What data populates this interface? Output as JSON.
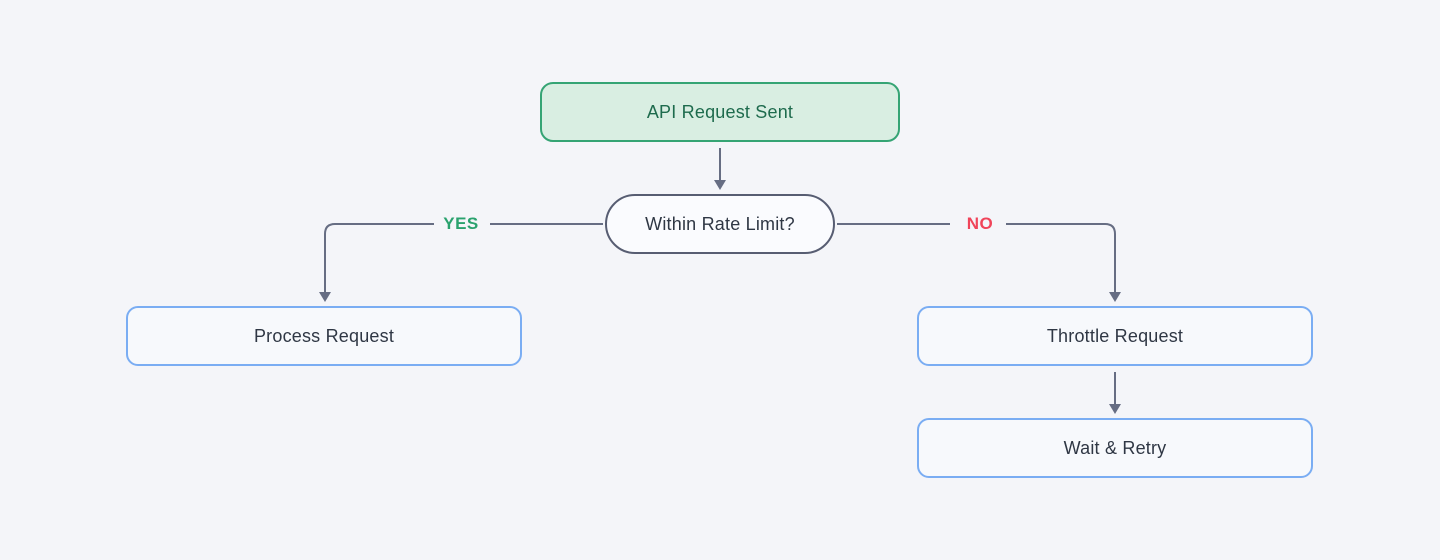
{
  "canvas": {
    "background": "#f4f5f9"
  },
  "colors": {
    "connector": "#666d83",
    "start_fill": "#d9eee2",
    "start_border": "#35a474",
    "start_text": "#1e6b4d",
    "decision_fill": "#fafbfe",
    "decision_border": "#575d72",
    "action_fill": "#f7f9fc",
    "action_border": "#7aadf3",
    "action_text": "#2f3744",
    "yes_label_color": "#2aa26e",
    "no_label_color": "#f0445a"
  },
  "diagram": {
    "type": "flowchart",
    "nodes": {
      "start": {
        "label": "API Request Sent",
        "kind": "start"
      },
      "decision": {
        "label": "Within Rate Limit?",
        "kind": "decision"
      },
      "process": {
        "label": "Process Request",
        "kind": "action"
      },
      "throttle": {
        "label": "Throttle Request",
        "kind": "action"
      },
      "wait": {
        "label": "Wait & Retry",
        "kind": "action"
      }
    },
    "edges": {
      "start_to_decision": {
        "from": "start",
        "to": "decision",
        "label": ""
      },
      "yes": {
        "from": "decision",
        "to": "process",
        "label": "YES"
      },
      "no": {
        "from": "decision",
        "to": "throttle",
        "label": "NO"
      },
      "throttle_to_wait": {
        "from": "throttle",
        "to": "wait",
        "label": ""
      }
    }
  }
}
